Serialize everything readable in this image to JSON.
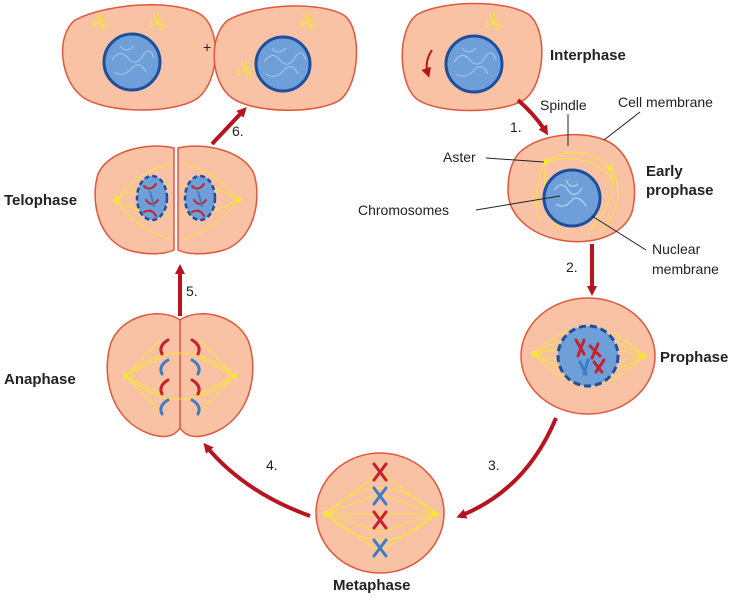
{
  "phases": {
    "interphase": "Interphase",
    "early_prophase_line1": "Early",
    "early_prophase_line2": "prophase",
    "prophase": "Prophase",
    "metaphase": "Metaphase",
    "anaphase": "Anaphase",
    "telophase": "Telophase"
  },
  "labels": {
    "spindle": "Spindle",
    "cell_membrane": "Cell membrane",
    "aster": "Aster",
    "chromosomes": "Chromosomes",
    "nuclear_membrane_line1": "Nuclear",
    "nuclear_membrane_line2": "membrane",
    "plus": "+"
  },
  "steps": [
    "1.",
    "2.",
    "3.",
    "4.",
    "5.",
    "6."
  ],
  "colors": {
    "cytoplasm": "#f9c2a4",
    "cell_outline": "#e2553e",
    "nucleus": "#6e9fd8",
    "nuclear_outline": "#1f4f9c",
    "spindle": "#f3e636",
    "chromosome_red": "#c8202d",
    "chromosome_blue": "#3d7dc4",
    "arrow": "#b8141f"
  }
}
